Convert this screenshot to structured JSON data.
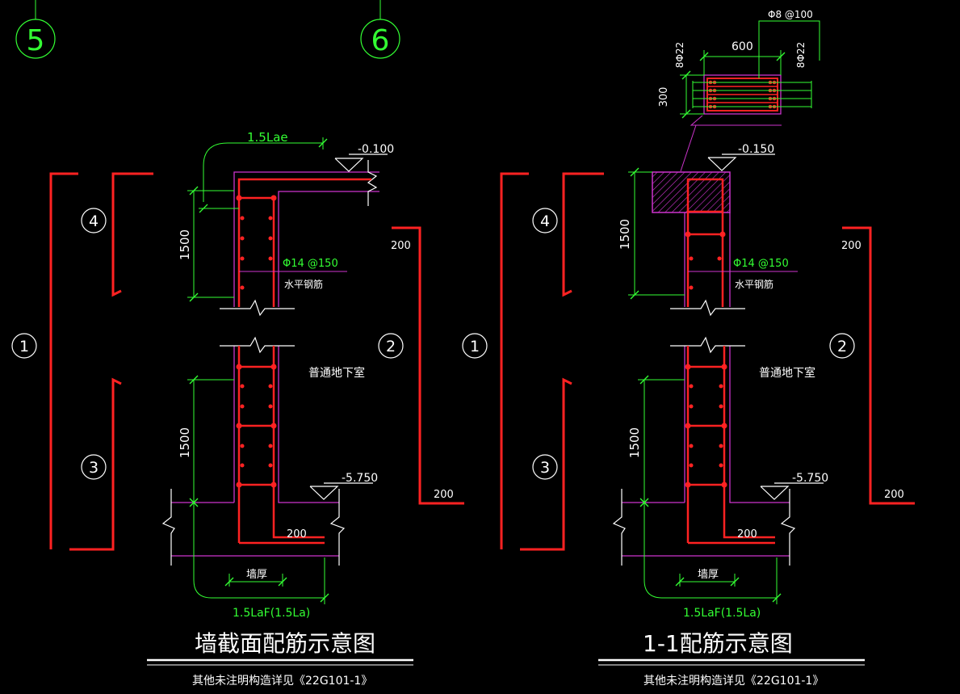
{
  "grid_axes": {
    "axis_5": "5",
    "axis_6": "6"
  },
  "colors": {
    "rebar": "#ff2222",
    "dimension": "#33ff33",
    "outline": "#cc33cc",
    "text": "#ffffff",
    "hatch": "#cc33cc"
  },
  "left_detail": {
    "anchor_label": "1.5Lae",
    "top_elevation": "-0.100",
    "vertical_dim_top": "1500",
    "vertical_dim_bottom": "1500",
    "bar_spec": "Φ14 @150",
    "bar_note": "水平钢筋",
    "room_note": "普通地下室",
    "bottom_elevation": "-5.750",
    "foot_dim": "200",
    "right_dim_top": "200",
    "right_dim_bottom": "200",
    "wall_thickness": "墙厚",
    "footing_anchor": "1.5LaF(1.5La)",
    "title": "墙截面配筋示意图",
    "note": "其他未注明构造详见《22G101-1》",
    "zones": [
      "1",
      "2",
      "3",
      "4"
    ]
  },
  "right_detail": {
    "beam_stirrup": "Φ8 @100",
    "beam_width": "600",
    "beam_depth": "300",
    "beam_top_bars": "8Φ22",
    "beam_bottom_bars": "8Φ22",
    "top_elevation": "-0.150",
    "vertical_dim_top": "1500",
    "vertical_dim_bottom": "1500",
    "bar_spec": "Φ14 @150",
    "bar_note": "水平钢筋",
    "room_note": "普通地下室",
    "bottom_elevation": "-5.750",
    "foot_dim": "200",
    "right_dim_top": "200",
    "right_dim_bottom": "200",
    "wall_thickness": "墙厚",
    "footing_anchor": "1.5LaF(1.5La)",
    "title": "1-1配筋示意图",
    "note": "其他未注明构造详见《22G101-1》",
    "zones": [
      "1",
      "2",
      "3",
      "4"
    ]
  }
}
